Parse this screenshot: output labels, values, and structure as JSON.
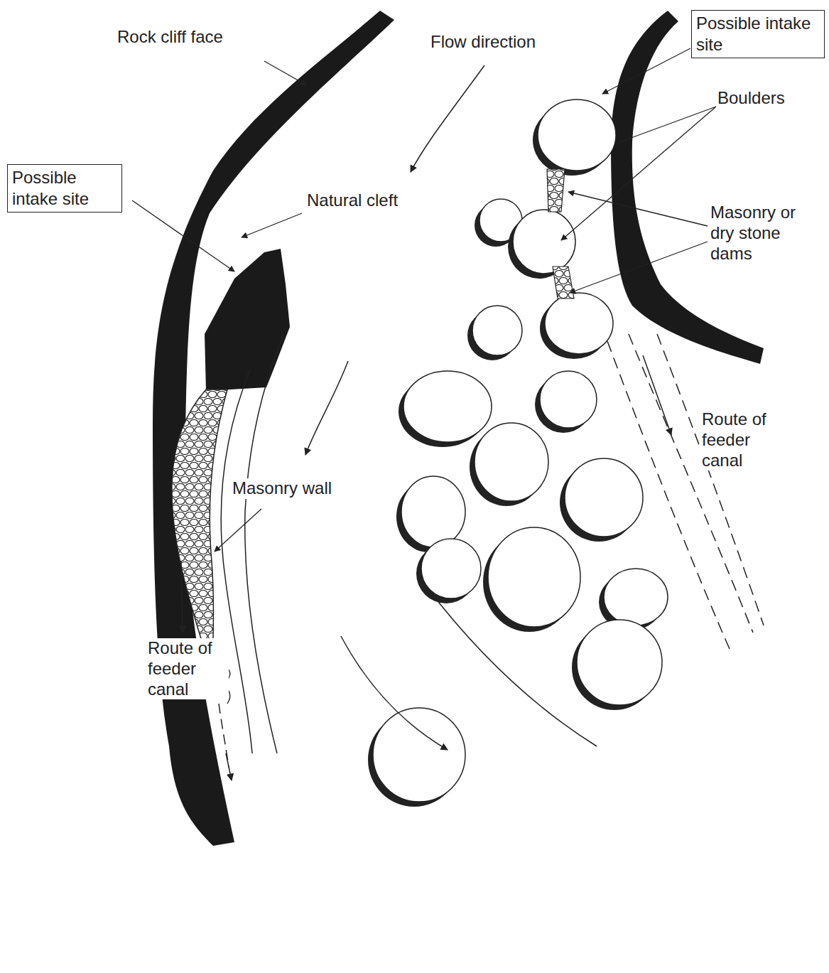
{
  "diagram": {
    "nodes": [
      {
        "text": [
          "Possible intake site"
        ]
      },
      {
        "text": [
          "Possible intake site"
        ]
      }
    ],
    "labels": [
      "Rock cliff face",
      "Flow direction",
      "Natural cleft",
      "Boulders",
      "Masonry or dry stone dams",
      "Masonry wall",
      "Route of feeder canal",
      "Route of feeder canal"
    ]
  }
}
